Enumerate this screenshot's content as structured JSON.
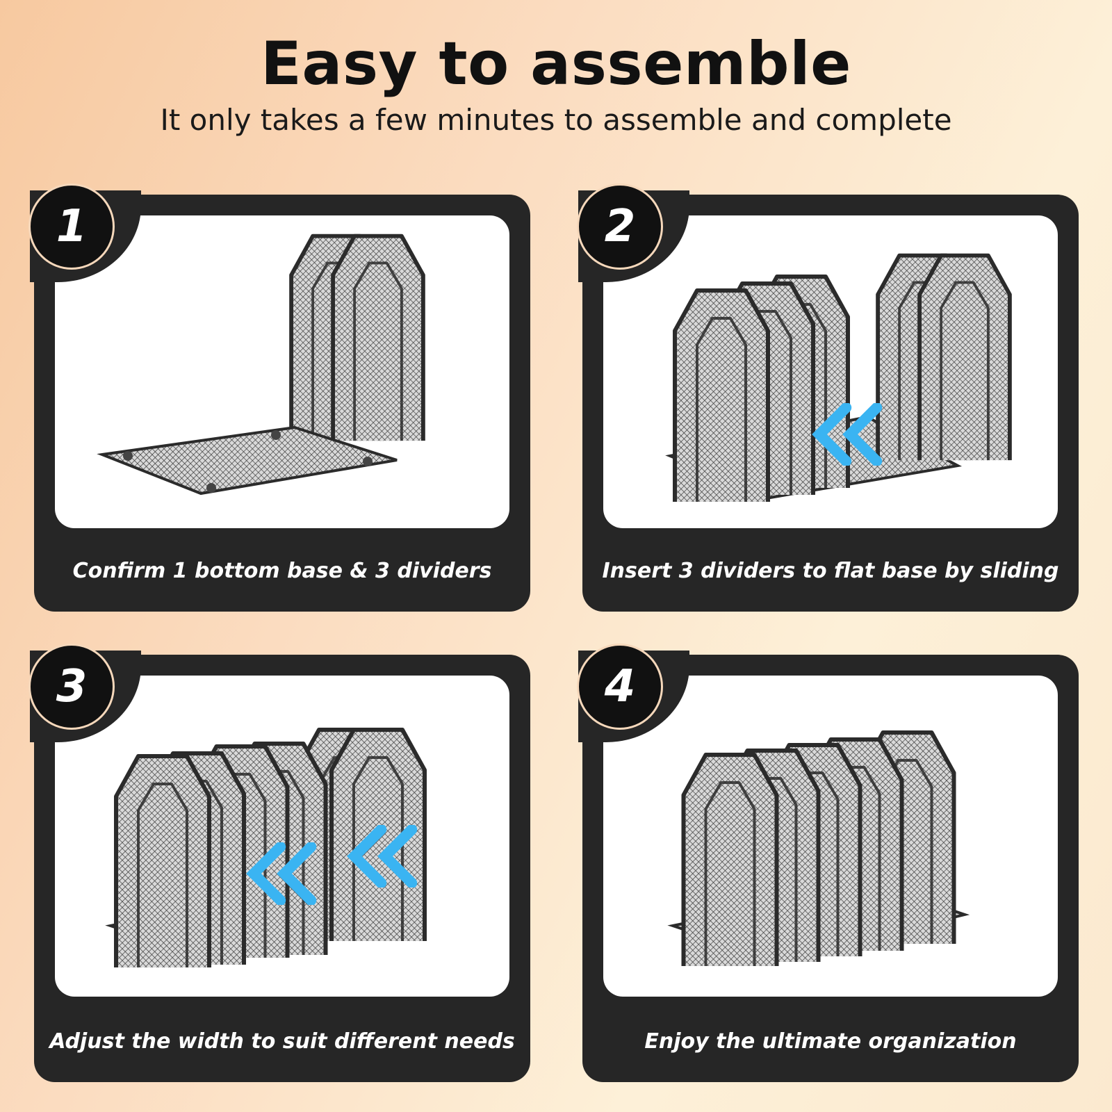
{
  "header": {
    "title": "Easy to assemble",
    "subtitle": "It only takes a few minutes to assemble and complete"
  },
  "steps": [
    {
      "number": "1",
      "caption": "Confirm 1 bottom base & 3 dividers"
    },
    {
      "number": "2",
      "caption": "Insert 3 dividers to flat  base by sliding"
    },
    {
      "number": "3",
      "caption": "Adjust the width to suit different needs"
    },
    {
      "number": "4",
      "caption": "Enjoy the ultimate organization"
    }
  ],
  "colors": {
    "card": "#262626",
    "arrow": "#3ab4f2",
    "mesh": "#3a3a3a"
  },
  "icons": [
    "mesh-divider-icon",
    "mesh-base-icon",
    "slide-arrow-icon"
  ]
}
